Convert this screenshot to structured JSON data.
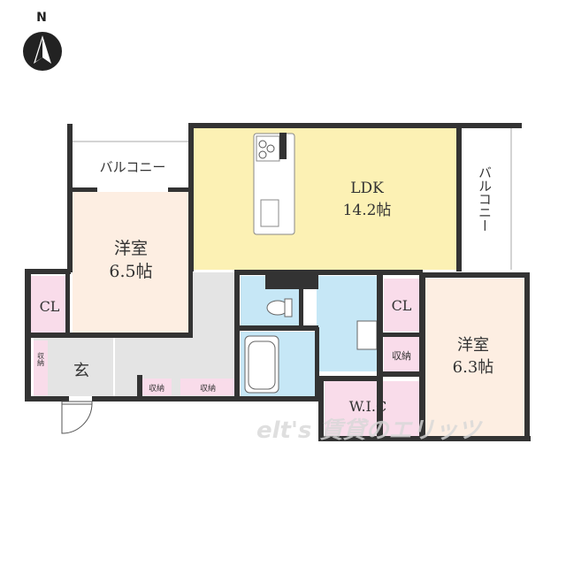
{
  "compass": {
    "label": "N",
    "icon": "north-arrow-icon"
  },
  "rooms": {
    "balcony_left": "バルコニー",
    "balcony_right": "バルコニー",
    "western_room_1": {
      "name": "洋室",
      "size": "6.5帖"
    },
    "ldk": {
      "name": "LDK",
      "size": "14.2帖"
    },
    "western_room_2": {
      "name": "洋室",
      "size": "6.3帖"
    },
    "cl_left": "CL",
    "cl_right": "CL",
    "entrance": "玄",
    "storage_entrance": "収納",
    "storage_hall_1": "収納",
    "storage_hall_2": "収納",
    "storage_right": "収納",
    "wic": "W.I.C"
  },
  "watermark": "elt's 賃貸のエリッツ",
  "colors": {
    "wall": "#333333",
    "ldk": "#fcf1b4",
    "western_room": "#fdeee2",
    "storage": "#f9dcea",
    "wet_area": "#c6e7f6",
    "hall": "#e4e4e4"
  }
}
